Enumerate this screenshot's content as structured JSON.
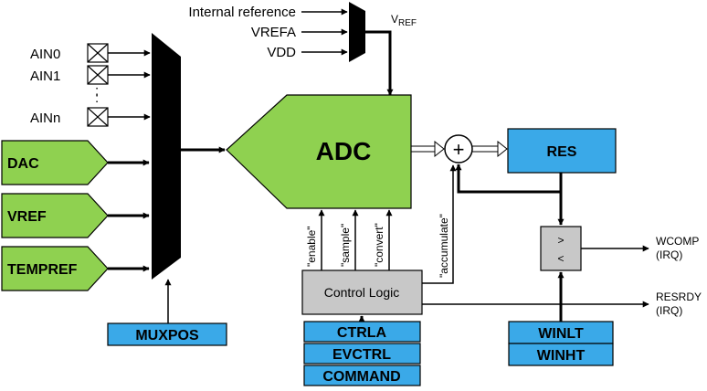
{
  "colors": {
    "green": "#8fd150",
    "blue": "#3aa9e8",
    "gray": "#c8c8c8",
    "black": "#000000"
  },
  "ref_inputs": [
    "Internal reference",
    "VREFA",
    "VDD"
  ],
  "vref_label": {
    "main": "V",
    "sub": "REF"
  },
  "ain_inputs": [
    "AIN0",
    "AIN1",
    "AINn"
  ],
  "ain_dots": ":",
  "source_blocks": [
    "DAC",
    "VREF",
    "TEMPREF"
  ],
  "adc_label": "ADC",
  "adder_symbol": "+",
  "res_label": "RES",
  "comparator_symbols": [
    ">",
    "<"
  ],
  "control_logic_label": "Control Logic",
  "control_signals": [
    "\"enable\"",
    "\"sample\"",
    "\"convert\"",
    "\"accumulate\""
  ],
  "muxpos_label": "MUXPOS",
  "control_registers": [
    "CTRLA",
    "EVCTRL",
    "COMMAND"
  ],
  "window_registers": [
    "WINLT",
    "WINHT"
  ],
  "outputs": {
    "wcomp": [
      "WCOMP",
      "(IRQ)"
    ],
    "resrdy": [
      "RESRDY",
      "(IRQ)"
    ]
  }
}
